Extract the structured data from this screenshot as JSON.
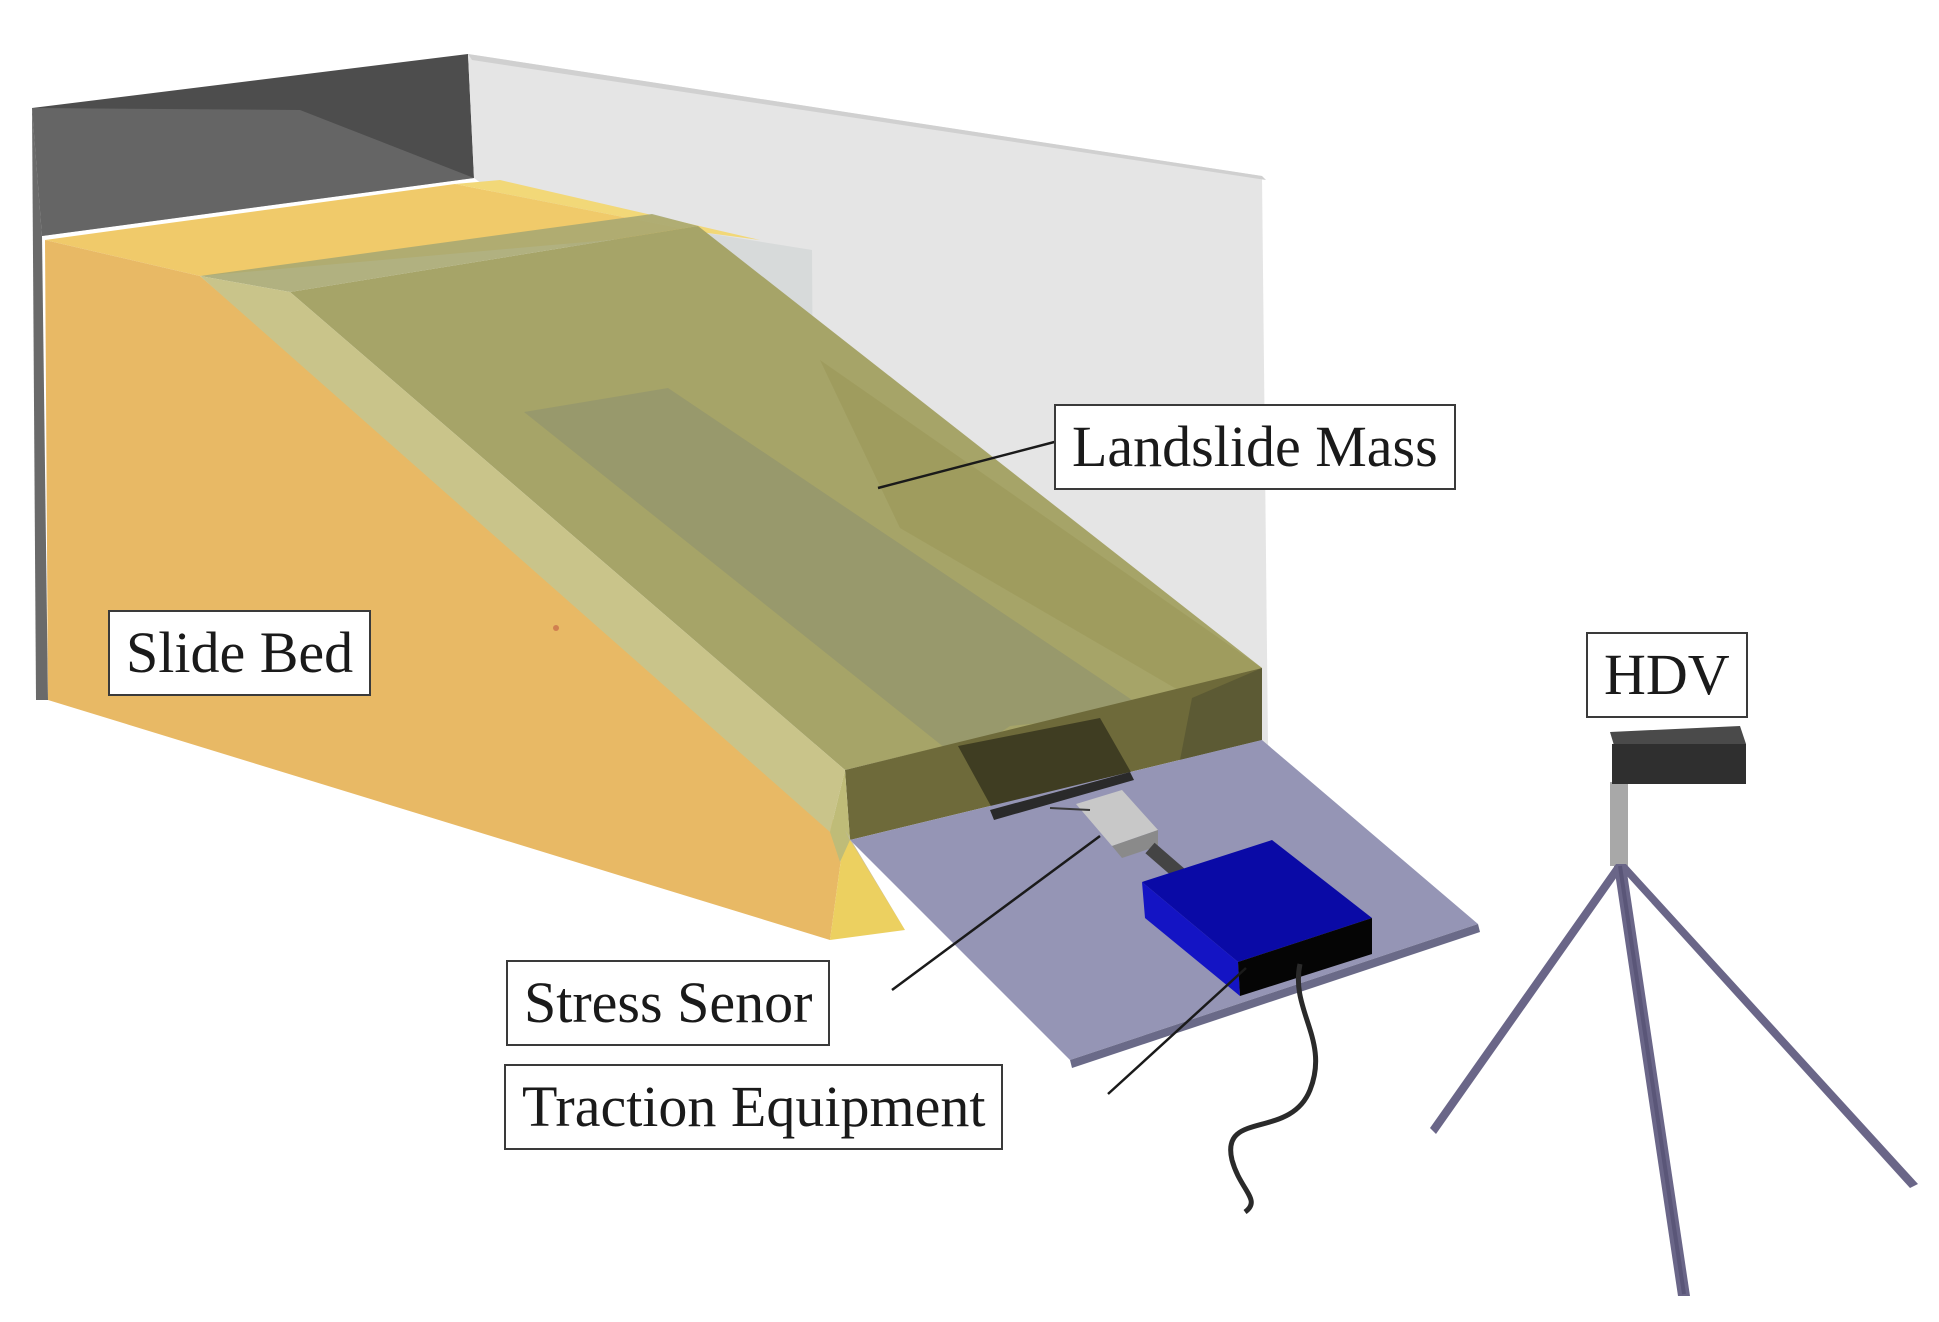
{
  "labels": {
    "slide_bed": "Slide Bed",
    "landslide_mass": "Landslide Mass",
    "hdv": "HDV",
    "stress_sensor": "Stress Senor",
    "traction_equipment": "Traction Equipment"
  },
  "colors": {
    "slide_bed": "#e8b965",
    "landslide_mass": "#a8a46a",
    "back_panel_dark": "#4a4a4a",
    "glass_panel": "#e4e4e4",
    "runout_plate": "#9494b4",
    "traction_box": "#0a0aa8",
    "tripod": "#6a6688",
    "camera": "#3a3a3a"
  }
}
